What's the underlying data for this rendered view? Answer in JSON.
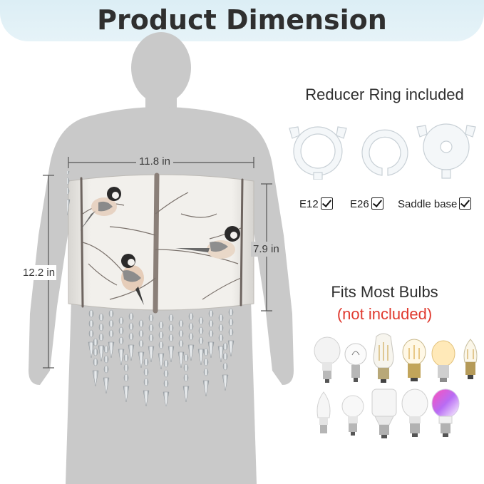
{
  "header": {
    "title": "Product Dimension"
  },
  "dimensions": {
    "width": "11.8 in",
    "total_height": "12.2 in",
    "shade_height": "7.9 in"
  },
  "reducer": {
    "title": "Reducer Ring included",
    "options": [
      {
        "label": "E12",
        "checked": true
      },
      {
        "label": "E26",
        "checked": true
      },
      {
        "label": "Saddle base",
        "checked": true
      }
    ]
  },
  "bulbs": {
    "title": "Fits Most Bulbs",
    "note": "(not included)",
    "note_color": "#e03a2f",
    "types": [
      "a19-bulb-icon",
      "globe-bulb-icon",
      "st64-edison-bulb-icon",
      "edison-filament-bulb-icon",
      "amber-globe-bulb-icon",
      "candle-filament-bulb-icon",
      "candle-bulb-icon",
      "g-globe-bulb-icon",
      "corn-bulb-icon",
      "a19-led-bulb-icon",
      "rgb-smart-bulb-icon"
    ]
  },
  "colors": {
    "banner": "#dceef5",
    "silhouette": "#c9c9c9",
    "accent_red": "#e03a2f"
  }
}
